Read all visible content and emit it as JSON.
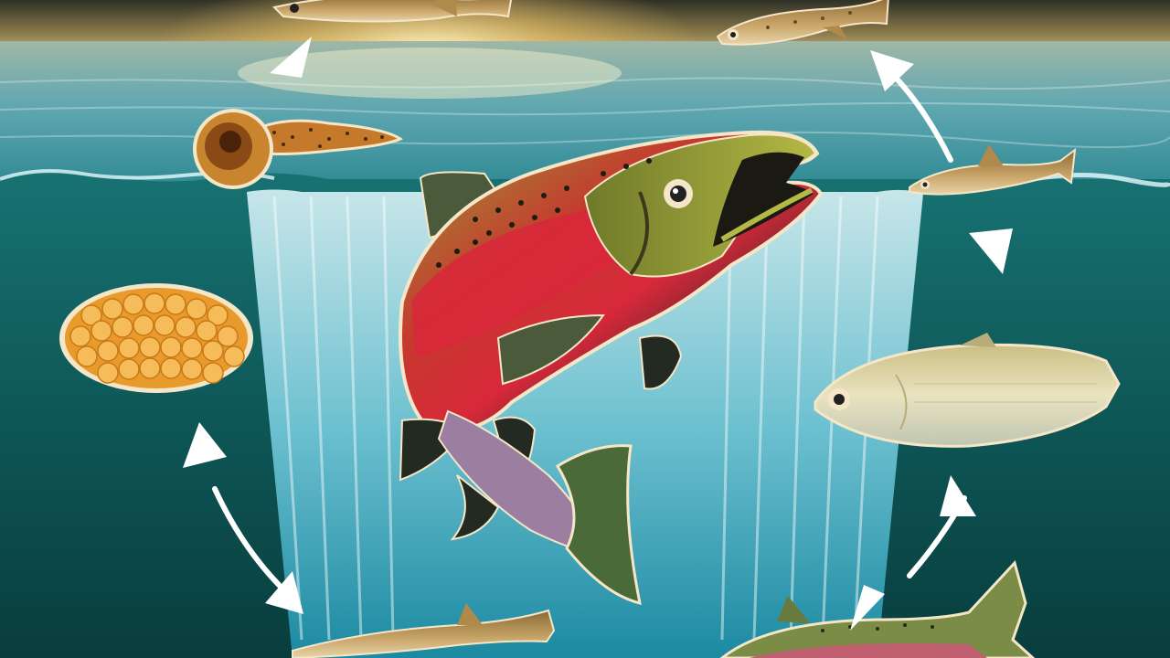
{
  "scene": {
    "subject": "salmon-life-cycle-illustration",
    "colors": {
      "sky_top": "#3b3a2a",
      "sky_glow": "#f4c96a",
      "sea_surface": "#5fa7b1",
      "deep_water": "#0e4d4d",
      "waterfall": "#bfeaf0",
      "salmon_red": "#d8283a",
      "salmon_olive": "#9aa13a",
      "egg_orange": "#f2a43a",
      "arrow": "#ffffff"
    },
    "stages": [
      {
        "id": "eggs",
        "icon": "egg-cluster-icon"
      },
      {
        "id": "alevin",
        "icon": "alevin-icon"
      },
      {
        "id": "fry",
        "icon": "fry-icon"
      },
      {
        "id": "parr",
        "icon": "parr-icon"
      },
      {
        "id": "smolt",
        "icon": "smolt-icon"
      },
      {
        "id": "adult",
        "icon": "adult-salmon-icon"
      },
      {
        "id": "spawner",
        "icon": "spawning-salmon-icon"
      }
    ]
  }
}
